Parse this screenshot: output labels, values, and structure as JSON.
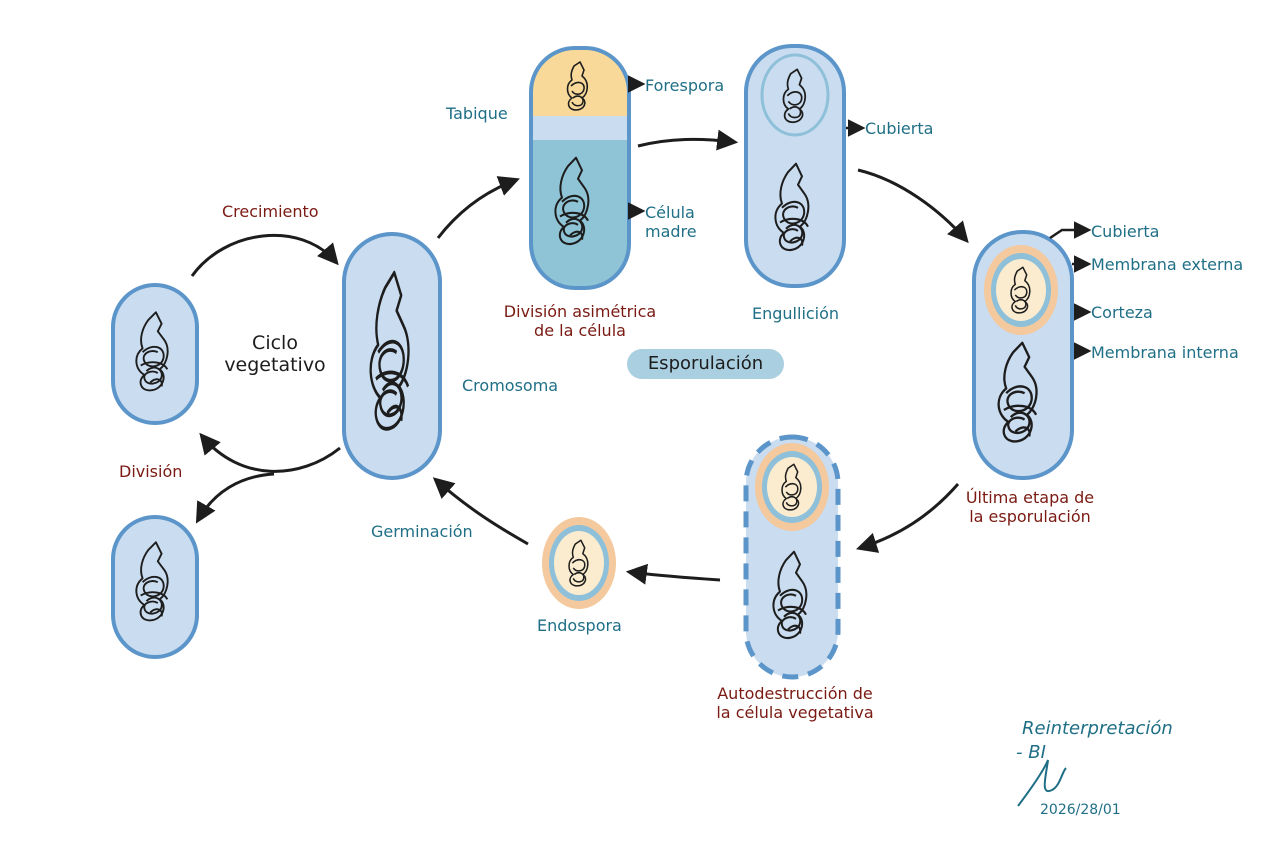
{
  "vegetative_cycle": {
    "title_line1": "Ciclo",
    "title_line2": "vegetativo",
    "growth": "Crecimiento",
    "division": "División",
    "chromosome": "Cromosoma",
    "germination": "Germinación"
  },
  "sporulation": {
    "badge": "Esporulación",
    "septum": "Tabique",
    "forespore": "Forespora",
    "mother_cell_line1": "Célula",
    "mother_cell_line2": "madre",
    "asymmetric_line1": "División asimétrica",
    "asymmetric_line2": "de la célula",
    "engulfment_cover": "Cubierta",
    "engulfment": "Engullición",
    "last_stage_line1": "Última etapa de",
    "last_stage_line2": "la esporulación",
    "coat": "Cubierta",
    "outer_membrane": "Membrana externa",
    "cortex": "Corteza",
    "inner_membrane": "Membrana interna",
    "autolysis_line1": "Autodestrucción de",
    "autolysis_line2": "la célula vegetativa",
    "endospore": "Endospora"
  },
  "signature": {
    "line1": "Reinterpretación",
    "line2": "- BI",
    "date": "2026/28/01"
  },
  "colors": {
    "cell_fill": "#cadcef",
    "cell_stroke": "#5b95c9",
    "mother_fill": "#8fc3d6",
    "forespore_fill": "#f8d99a",
    "cortex_ring": "#f3c99d",
    "teal_text": "#1f6f86",
    "red_text": "#7a1a12",
    "badge_fill": "#a9cfe0"
  }
}
